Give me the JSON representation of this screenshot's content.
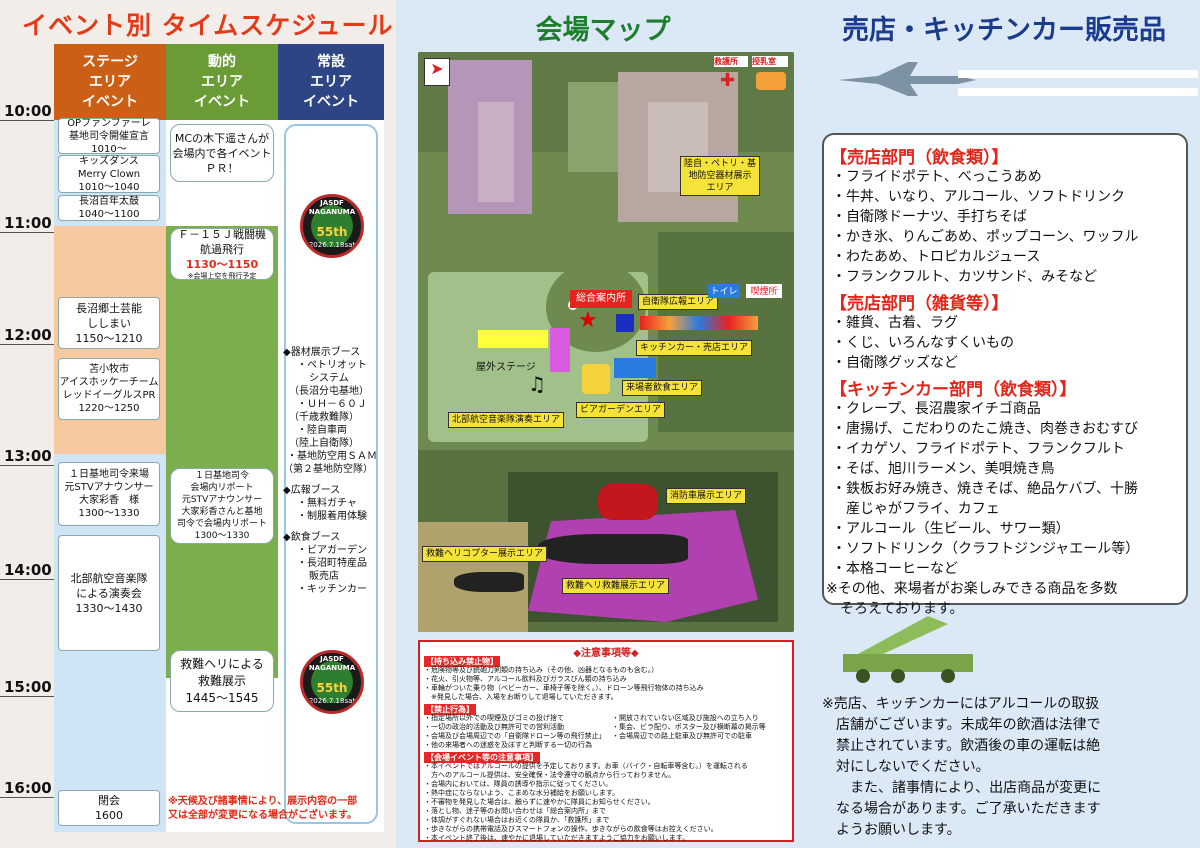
{
  "schedule": {
    "title": "イベント別 タイムスケジュール",
    "headers": [
      "ステージ\nエリア\nイベント",
      "動的\nエリア\nイベント",
      "常設\nエリア\nイベント"
    ],
    "times": [
      "10:00",
      "11:00",
      "12:00",
      "13:00",
      "14:00",
      "15:00",
      "16:00"
    ],
    "stage_events": [
      [
        "OPファンファーレ",
        "基地司令開催宣言",
        "1010～"
      ],
      [
        "キッズダンス",
        "Merry Clown",
        "1010～1040"
      ],
      [
        "長沼百年太鼓",
        "1040～1100"
      ],
      [
        "長沼郷土芸能",
        "ししまい",
        "1150～1210"
      ],
      [
        "苫小牧市",
        "アイスホッケーチーム",
        "レッドイーグルスPR",
        "1220～1250"
      ],
      [
        "１日基地司令来場",
        "元STVアナウンサー",
        "大家彩香　様",
        "1300～1330"
      ],
      [
        "北部航空音楽隊",
        "による演奏会",
        "1330～1430"
      ],
      [
        "閉会",
        "1600"
      ]
    ],
    "dynamic_events": {
      "kinoshita": [
        "MCの木下遥さんが",
        "会場内で各イベント",
        "ＰＲ！"
      ],
      "f15": [
        "Ｆ－１５Ｊ戦闘機",
        "航過飛行"
      ],
      "f15_time": "1130～1150",
      "f15_note": "※会場上空を飛行予定",
      "report": [
        "１日基地司令",
        "会場内リポート",
        "元STVアナウンサー",
        "大家彩香さんと基地",
        "司令で会場内リポート",
        "1300～1330"
      ],
      "rescue": [
        "救難ヘリによる",
        "救難展示",
        "1445～1545"
      ]
    },
    "permanent": [
      "◆器材展示ブース",
      "・ペトリオット",
      "システム",
      "（長沼分屯基地）",
      "・ＵＨ－６０Ｊ",
      "（千歳救難隊）",
      "・陸自車両",
      "（陸上自衛隊）",
      "・基地防空用ＳＡＭ",
      "（第２基地防空隊）",
      "◆広報ブース",
      "・無料ガチャ",
      "・制服着用体験",
      "◆飲食ブース",
      "・ビアガーデン",
      "・長沼町特産品",
      "販売店",
      "・キッチンカー"
    ],
    "logo": {
      "top": "JASDF",
      "mid": "NAGANUMA",
      "num": "55th",
      "date": "2026.7.18sat"
    },
    "footer_note": "※天候及び諸事情により、展示内容の一部\n又は全部が変更になる場合がございます。"
  },
  "map": {
    "title": "会場マップ",
    "labels": {
      "aid": "救護所",
      "nursing": "授乳室",
      "patriot": "陸自・ペトリ・基\n地防空器材展示\nエリア",
      "info": "総合案内所",
      "pr": "自衛隊広報エリア",
      "toilet": "トイレ",
      "smoking": "喫煙所",
      "kitchen": "キッチンカー・売店エリア",
      "stage": "屋外ステージ",
      "dining": "来場者飲食エリア",
      "beer": "ビアガーデンエリア",
      "band": "北部航空音楽隊演奏エリア",
      "fire": "消防車展示エリア",
      "heli": "救難ヘリコプター展示エリア",
      "rescue": "救難ヘリ救難展示エリア"
    }
  },
  "notes": {
    "title": "◆注意事項等◆",
    "h1": "【持ち込み禁止物】",
    "l1": [
      "・危険物等及び銃砲刀剣類の持ち込み（その他、凶器となるものも含む。）",
      "・花火、引火物等、アルコール飲料及びガラスびん類の持ち込み",
      "・車輪がついた乗り物（ベビーカー、車椅子等を除く。）、ドローン等飛行物体の持ち込み",
      "　※発見した場合、入場をお断りして退場していただきます。"
    ],
    "h2": "【禁止行為】",
    "l2a": [
      "・指定場所以外での喫煙及びゴミの投げ捨て",
      "・一切の政治的活動及び無許可での営利活動",
      "・会場及び会場周辺での「自衛隊ドローン等の飛行禁止」",
      "・他の来場者への迷惑を及ぼすと判断する一切の行為"
    ],
    "l2b": [
      "・開放されていない区域及び施設への立ち入り",
      "・集会、ビラ配り、ポスター及び横断幕の掲示等",
      "・会場周辺での路上駐車及び無許可での駐車"
    ],
    "h3": "【会場イベント等の注意事項】",
    "l3": [
      "・本イベントではアルコールの提供を予定しております。お車（バイク・自転車等含む。）を運転される",
      "　方へのアルコール提供は、安全確保・法令遵守の観点から行っておりません。",
      "・会場内においては、隊員の誘導や指示に従ってください。",
      "・熱中症にならないよう、こまめな水分補給をお願いします。",
      "・不審物を発見した場合は、触らずに速やかに隊員にお知らせください。",
      "・落とし物、迷子等のお問い合わせは「総合案内所」まで",
      "・体調がすぐれない場合はお近くの隊員か、「救護所」まで",
      "・歩きながらの携帯電話及びスマートフォンの操作、歩きながらの飲食等はお控えください。",
      "・本イベント終了後は、速やかに退場していただきますようご協力をお願いします。"
    ]
  },
  "sales": {
    "title": "売店・キッチンカー販売品",
    "sections": [
      {
        "head": "【売店部門（飲食類）】",
        "items": [
          "・フライドポテト、べっこうあめ",
          "・牛丼、いなり、アルコール、ソフトドリンク",
          "・自衛隊ドーナツ、手打ちそば",
          "・かき氷、りんごあめ、ポップコーン、ワッフル",
          "・わたあめ、トロピカルジュース",
          "・フランクフルト、カツサンド、みそなど"
        ]
      },
      {
        "head": "【売店部門（雑貨等）】",
        "items": [
          "・雑貨、古着、ラグ",
          "・くじ、いろんなすくいもの",
          "・自衛隊グッズなど"
        ]
      },
      {
        "head": "【キッチンカー部門（飲食類）】",
        "items": [
          "・クレープ、長沼農家イチゴ商品",
          "・唐揚げ、こだわりのたこ焼き、肉巻きおむすび",
          "・イカゲソ、フライドポテト、フランクフルト",
          "・そば、旭川ラーメン、美唄焼き鳥",
          "・鉄板お好み焼き、焼きそば、絶品ケバブ、十勝",
          "　産じゃがフライ、カフェ",
          "・アルコール（生ビール、サワー類）",
          "・ソフトドリンク（クラフトジンジャエール等）",
          "・本格コーヒーなど",
          "※その他、来場者がお楽しみできる商品を多数",
          "　そろえております。"
        ]
      }
    ],
    "bottom_note": [
      "※売店、キッチンカーにはアルコールの取扱",
      "　店舗がございます。未成年の飲酒は法律で",
      "　禁止されています。飲酒後の車の運転は絶",
      "　対にしないでください。",
      "　　また、諸事情により、出店商品が変更に",
      "　なる場合があります。ご了承いただきます",
      "　ようお願いします。"
    ]
  }
}
